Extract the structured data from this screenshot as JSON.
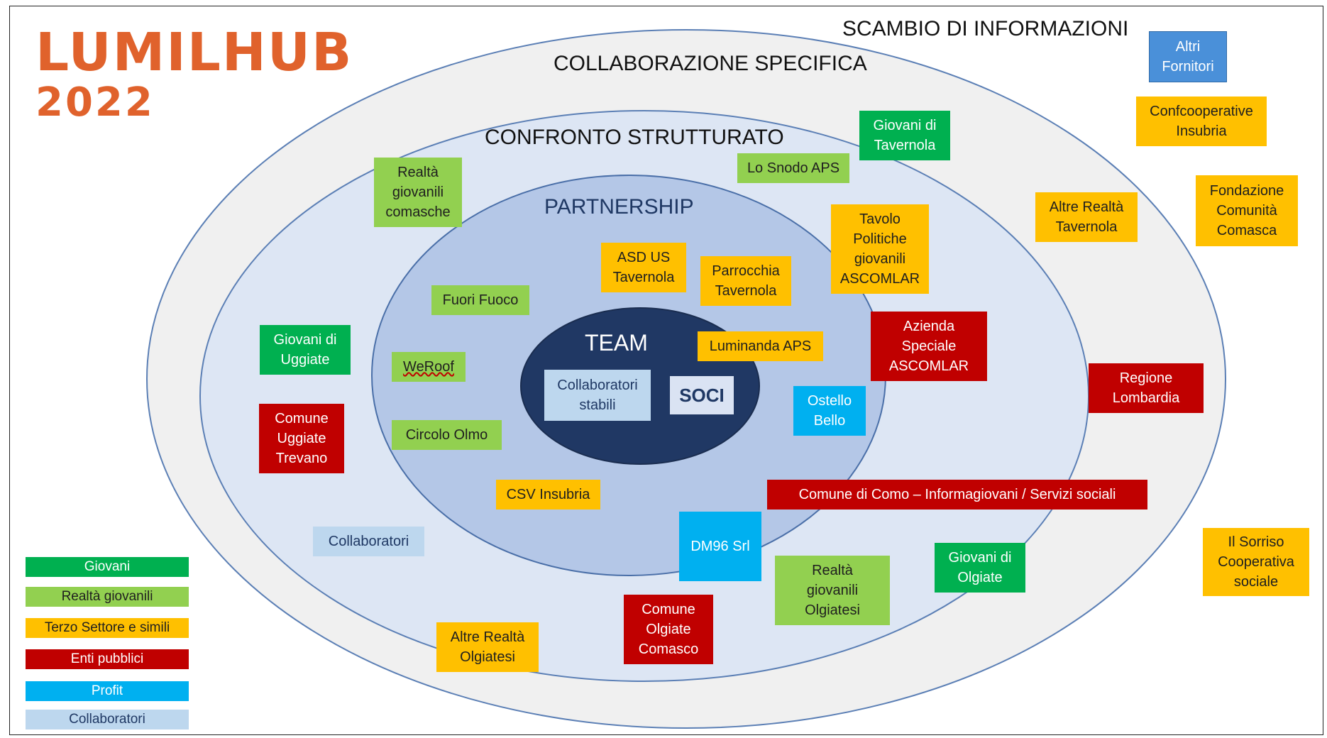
{
  "logo": {
    "line1": "LUMILHUB",
    "line2": "2022"
  },
  "rings": {
    "outer": "SCAMBIO DI INFORMAZIONI",
    "second": "COLLABORAZIONE SPECIFICA",
    "third": "CONFRONTO STRUTTURATO",
    "inner": "PARTNERSHIP",
    "core": "TEAM"
  },
  "core_boxes": {
    "collaboratori_stabili": [
      "Collaboratori",
      "stabili"
    ],
    "soci": "SOCI"
  },
  "nodes": {
    "altri_fornitori": [
      "Altri",
      "Fornitori"
    ],
    "confcooperative": [
      "Confcooperative",
      "Insubria"
    ],
    "fondazione": [
      "Fondazione",
      "Comunità",
      "Comasca"
    ],
    "altre_realta_tavernola": [
      "Altre Realtà",
      "Tavernola"
    ],
    "giovani_tavernola": [
      "Giovani di",
      "Tavernola"
    ],
    "lo_snodo": "Lo Snodo APS",
    "realta_giovanili_comasche": [
      "Realtà",
      "giovanili",
      "comasche"
    ],
    "tavolo_politiche": [
      "Tavolo",
      "Politiche",
      "giovanili",
      "ASCOMLAR"
    ],
    "asd_us": [
      "ASD US",
      "Tavernola"
    ],
    "parrocchia": [
      "Parrocchia",
      "Tavernola"
    ],
    "fuori_fuoco": "Fuori Fuoco",
    "luminanda": "Luminanda APS",
    "azienda_speciale": [
      "Azienda",
      "Speciale",
      "ASCOMLAR"
    ],
    "giovani_uggiate": [
      "Giovani di",
      "Uggiate"
    ],
    "weroof": "WeRoof",
    "regione": [
      "Regione",
      "Lombardia"
    ],
    "ostello": [
      "Ostello",
      "Bello"
    ],
    "circolo_olmo": "Circolo Olmo",
    "comune_uggiate": [
      "Comune",
      "Uggiate",
      "Trevano"
    ],
    "csv_insubria": "CSV Insubria",
    "comune_como": "Comune di Como – Informagiovani / Servizi sociali",
    "collaboratori": "Collaboratori",
    "dm96": "DM96 Srl",
    "realta_olgiatesi": [
      "Realtà",
      "giovanili",
      "Olgiatesi"
    ],
    "giovani_olgiate": [
      "Giovani di",
      "Olgiate"
    ],
    "il_sorriso": [
      "Il Sorriso",
      "Cooperativa",
      "sociale"
    ],
    "comune_olgiate": [
      "Comune",
      "Olgiate",
      "Comasco"
    ],
    "altre_realta_olgiatesi": [
      "Altre Realtà",
      "Olgiatesi"
    ]
  },
  "legend": [
    {
      "label": "Giovani",
      "color": "#00b050"
    },
    {
      "label": "Realtà giovanili",
      "color": "#92d050"
    },
    {
      "label": "Terzo Settore e simili",
      "color": "#ffc000"
    },
    {
      "label": "Enti pubblici",
      "color": "#c00000"
    },
    {
      "label": "Profit",
      "color": "#00b0f0"
    },
    {
      "label": "Collaboratori",
      "color": "#bdd7ee"
    }
  ]
}
